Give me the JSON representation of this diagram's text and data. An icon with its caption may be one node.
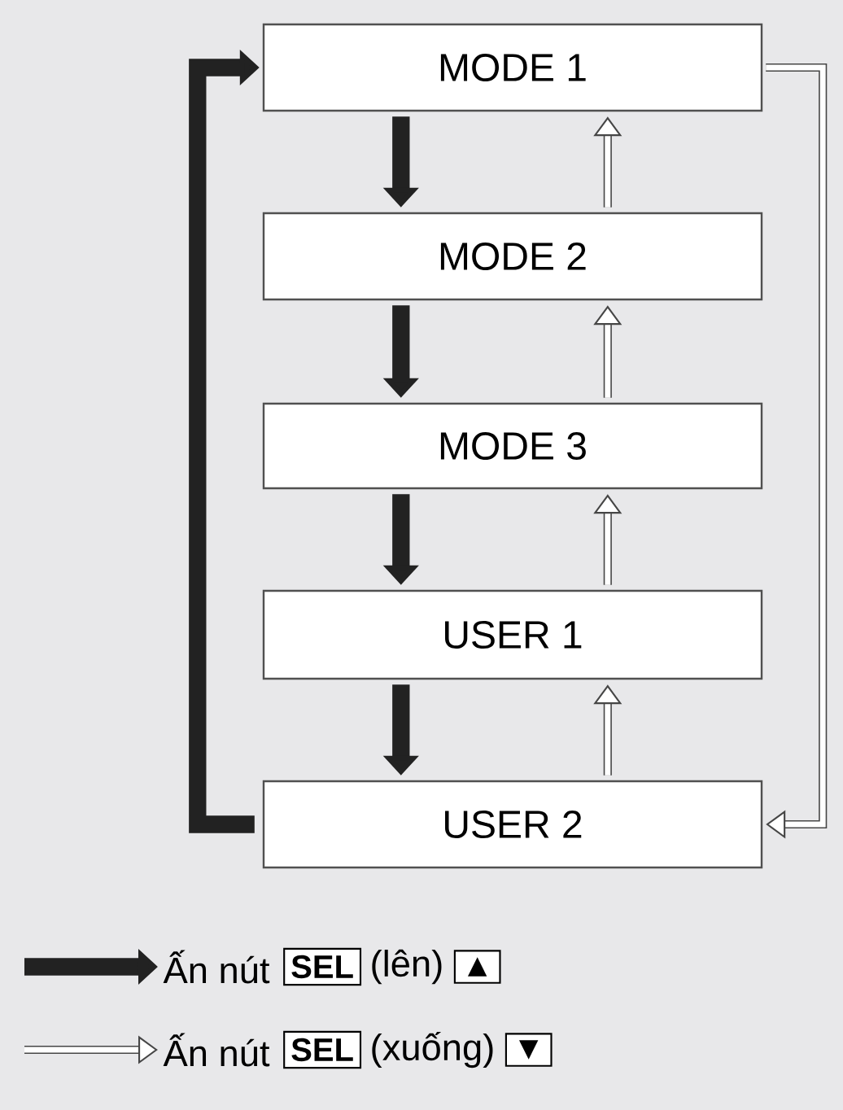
{
  "diagram": {
    "nodes": [
      {
        "text": [
          "MODE 1"
        ]
      },
      {
        "text": [
          "MODE 2"
        ]
      },
      {
        "text": [
          "MODE 3"
        ]
      },
      {
        "text": [
          "USER 1"
        ]
      },
      {
        "text": [
          "USER 2"
        ]
      }
    ],
    "edges": [
      {
        "from": 0,
        "to": 1,
        "arrow": "to",
        "style": "thick"
      },
      {
        "from": 1,
        "to": 2,
        "arrow": "to",
        "style": "thick"
      },
      {
        "from": 2,
        "to": 3,
        "arrow": "to",
        "style": "thick"
      },
      {
        "from": 3,
        "to": 4,
        "arrow": "to",
        "style": "thick"
      },
      {
        "from": 4,
        "to": 0,
        "arrow": "to",
        "style": "thick"
      },
      {
        "from": 1,
        "to": 0,
        "arrow": "to"
      },
      {
        "from": 2,
        "to": 1,
        "arrow": "to"
      },
      {
        "from": 3,
        "to": 2,
        "arrow": "to"
      },
      {
        "from": 4,
        "to": 3,
        "arrow": "to"
      },
      {
        "from": 0,
        "to": 4,
        "arrow": "to"
      }
    ],
    "labels": [
      "SEL",
      "(lên)",
      "▲",
      "SEL",
      "(xuống)",
      "▼"
    ],
    "legend": [
      {
        "text": "Ấn nút"
      },
      {
        "text": "Ấn nút"
      }
    ]
  }
}
